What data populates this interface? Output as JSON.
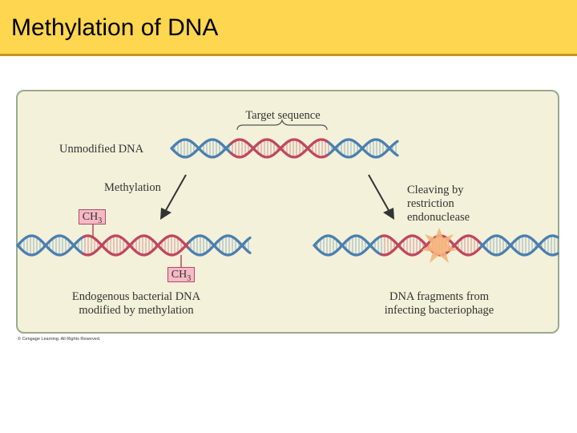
{
  "slide": {
    "title": "Methylation of DNA"
  },
  "diagram": {
    "target_sequence_label": "Target sequence",
    "unmodified_dna_label": "Unmodified DNA",
    "methylation_label": "Methylation",
    "cleaving_label_line1": "Cleaving by",
    "cleaving_label_line2": "restriction",
    "cleaving_label_line3": "endonuclease",
    "ch3_top": {
      "main": "CH",
      "sub": "3"
    },
    "ch3_bottom": {
      "main": "CH",
      "sub": "3"
    },
    "endogenous_line1": "Endogenous bacterial DNA",
    "endogenous_line2": "modified by methylation",
    "fragments_line1": "DNA fragments from",
    "fragments_line2": "infecting bacteriophage",
    "copyright": "© Cengage Learning. All Rights Reserved."
  },
  "colors": {
    "title_bar": "#ffd64f",
    "panel_bg": "#f3f1d9",
    "dna_blue": "#4a7fb0",
    "dna_red": "#c0475f",
    "cleave_burst": "#f6b27a"
  }
}
